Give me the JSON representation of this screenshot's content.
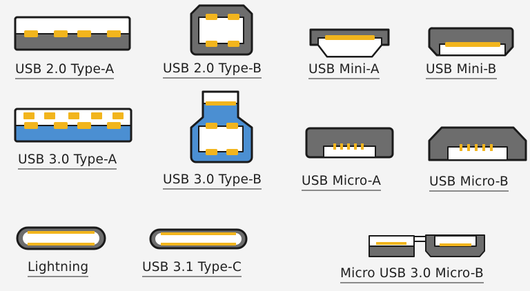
{
  "colors": {
    "shell": "#6d6d6d",
    "usb3_blue": "#4b8fd2",
    "pin": "#f2b51d",
    "outline": "#1a1a1a",
    "cavity": "#ffffff"
  },
  "connectors": [
    {
      "id": "usb20a",
      "label": "USB 2.0 Type-A"
    },
    {
      "id": "usb20b",
      "label": "USB 2.0 Type-B"
    },
    {
      "id": "minia",
      "label": "USB Mini-A"
    },
    {
      "id": "minib",
      "label": "USB Mini-B"
    },
    {
      "id": "usb30a",
      "label": "USB 3.0 Type-A"
    },
    {
      "id": "usb30b",
      "label": "USB 3.0 Type-B"
    },
    {
      "id": "microa",
      "label": "USB Micro-A"
    },
    {
      "id": "microb",
      "label": "USB Micro-B"
    },
    {
      "id": "lightning",
      "label": "Lightning"
    },
    {
      "id": "typec",
      "label": "USB 3.1 Type-C"
    },
    {
      "id": "micro30b",
      "label": "Micro USB 3.0 Micro-B"
    }
  ]
}
